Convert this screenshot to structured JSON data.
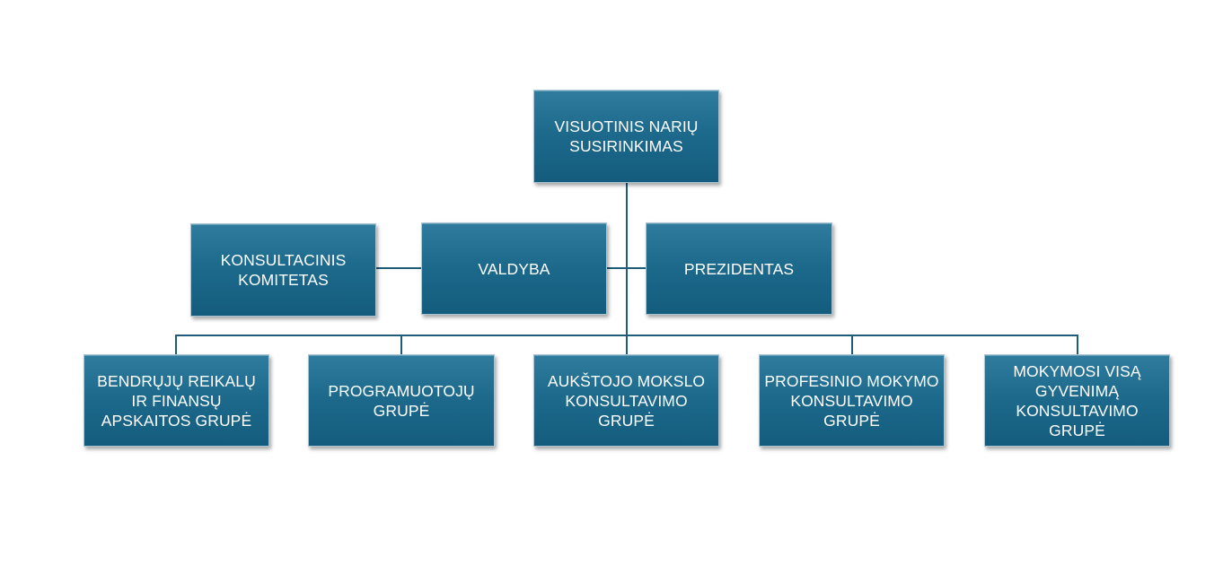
{
  "org_chart": {
    "top": {
      "label": "VISUOTINIS NARIŲ SUSIRINKIMAS"
    },
    "middle": [
      {
        "label": "KONSULTACINIS KOMITETAS"
      },
      {
        "label": "VALDYBA"
      },
      {
        "label": "PREZIDENTAS"
      }
    ],
    "bottom": [
      {
        "label": "BENDRŲJŲ REIKALŲ IR FINANSŲ APSKAITOS GRUPĖ"
      },
      {
        "label": "PROGRAMUOTOJŲ GRUPĖ"
      },
      {
        "label": "AUKŠTOJO MOKSLO KONSULTAVIMO GRUPĖ"
      },
      {
        "label": "PROFESINIO MOKYMO KONSULTAVIMO GRUPĖ"
      },
      {
        "label": "MOKYMOSI VISĄ GYVENIMĄ KONSULTAVIMO GRUPĖ"
      }
    ]
  },
  "colors": {
    "box_fill": "#1d6a8d",
    "connector": "#1f5c78",
    "text": "#ffffff"
  }
}
